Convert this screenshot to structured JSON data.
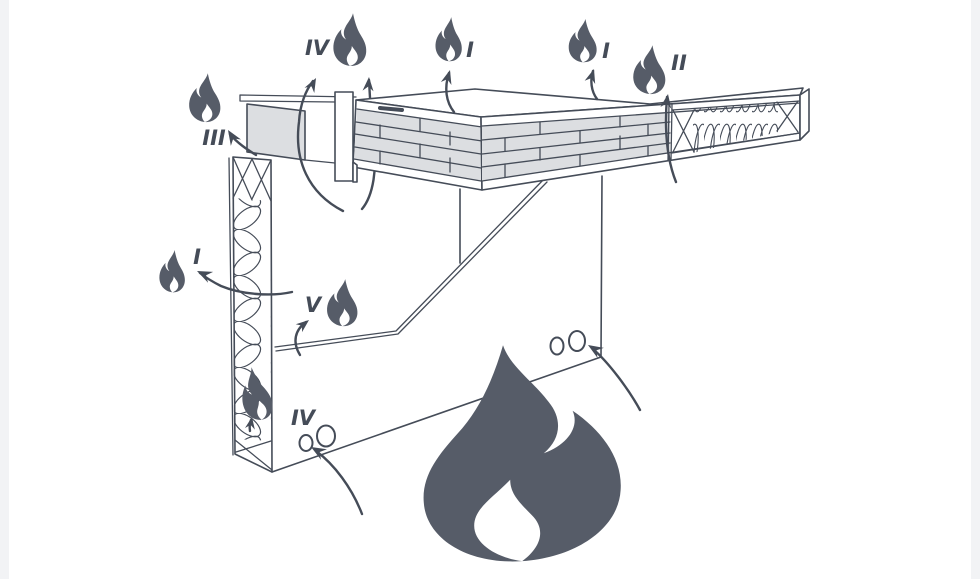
{
  "page": {
    "background": "#ffffff",
    "edge_tint": "#f2f3f5"
  },
  "diagram": {
    "description": "Fire spread paths at a timber floor and external wall junction",
    "colors": {
      "line": "#454c58",
      "flame": "#565c68",
      "panel": "#dcdee1"
    },
    "labels": {
      "iii": "III",
      "iv_top": "IV",
      "i_top_left": "I",
      "i_top_right": "I",
      "ii": "II",
      "i_left": "I",
      "v": "V",
      "iv_bottom": "IV"
    }
  }
}
